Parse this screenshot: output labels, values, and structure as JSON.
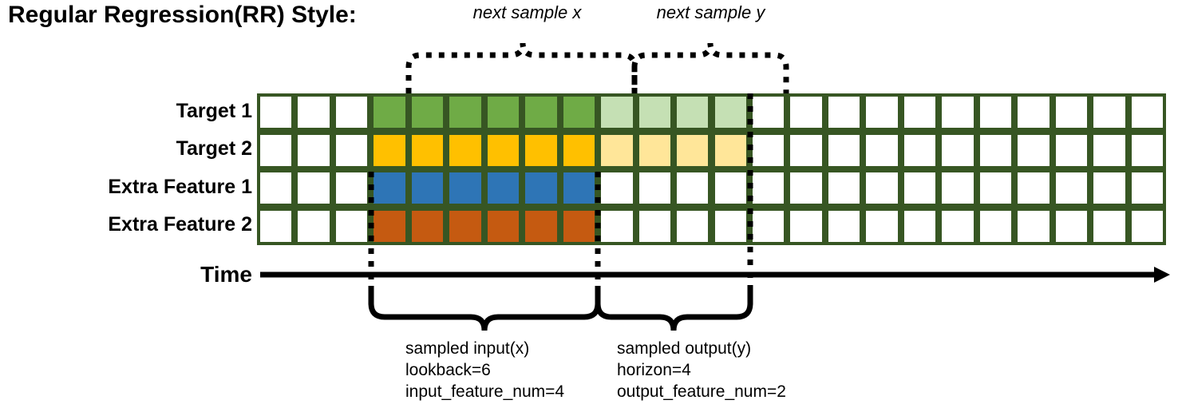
{
  "title": "Regular Regression(RR) Style:",
  "rows": [
    {
      "label": "Target 1",
      "color_key": "green"
    },
    {
      "label": "Target 2",
      "color_key": "yellow"
    },
    {
      "label": "Extra Feature 1",
      "color_key": "blue"
    },
    {
      "label": "Extra Feature 2",
      "color_key": "orange"
    }
  ],
  "grid": {
    "total_columns": 24,
    "leading_blank_columns": 3,
    "input_columns": 6,
    "output_columns": 4,
    "trailing_blank_columns": 11,
    "cell_fill": {
      "row0_input": "#6FAB46",
      "row0_output": "#C5E0B4",
      "row1_input": "#FFC000",
      "row1_output": "#FFE699",
      "row2_input": "#2E75B6",
      "row2_output": "#FFFFFF",
      "row3_input": "#C55A11",
      "row3_output": "#FFFFFF",
      "blank": "#FFFFFF"
    },
    "border_color": "#375623"
  },
  "time_axis": {
    "label": "Time",
    "arrow_color": "#000000"
  },
  "top_captions": [
    {
      "text": "next sample x",
      "span": "input"
    },
    {
      "text": "next sample y",
      "span": "output"
    }
  ],
  "bottom_blocks": [
    {
      "heading": "sampled input(x)",
      "line2": "lookback=6",
      "line3": "input_feature_num=4"
    },
    {
      "heading": "sampled output(y)",
      "line2": "horizon=4",
      "line3": "output_feature_num=2"
    }
  ]
}
